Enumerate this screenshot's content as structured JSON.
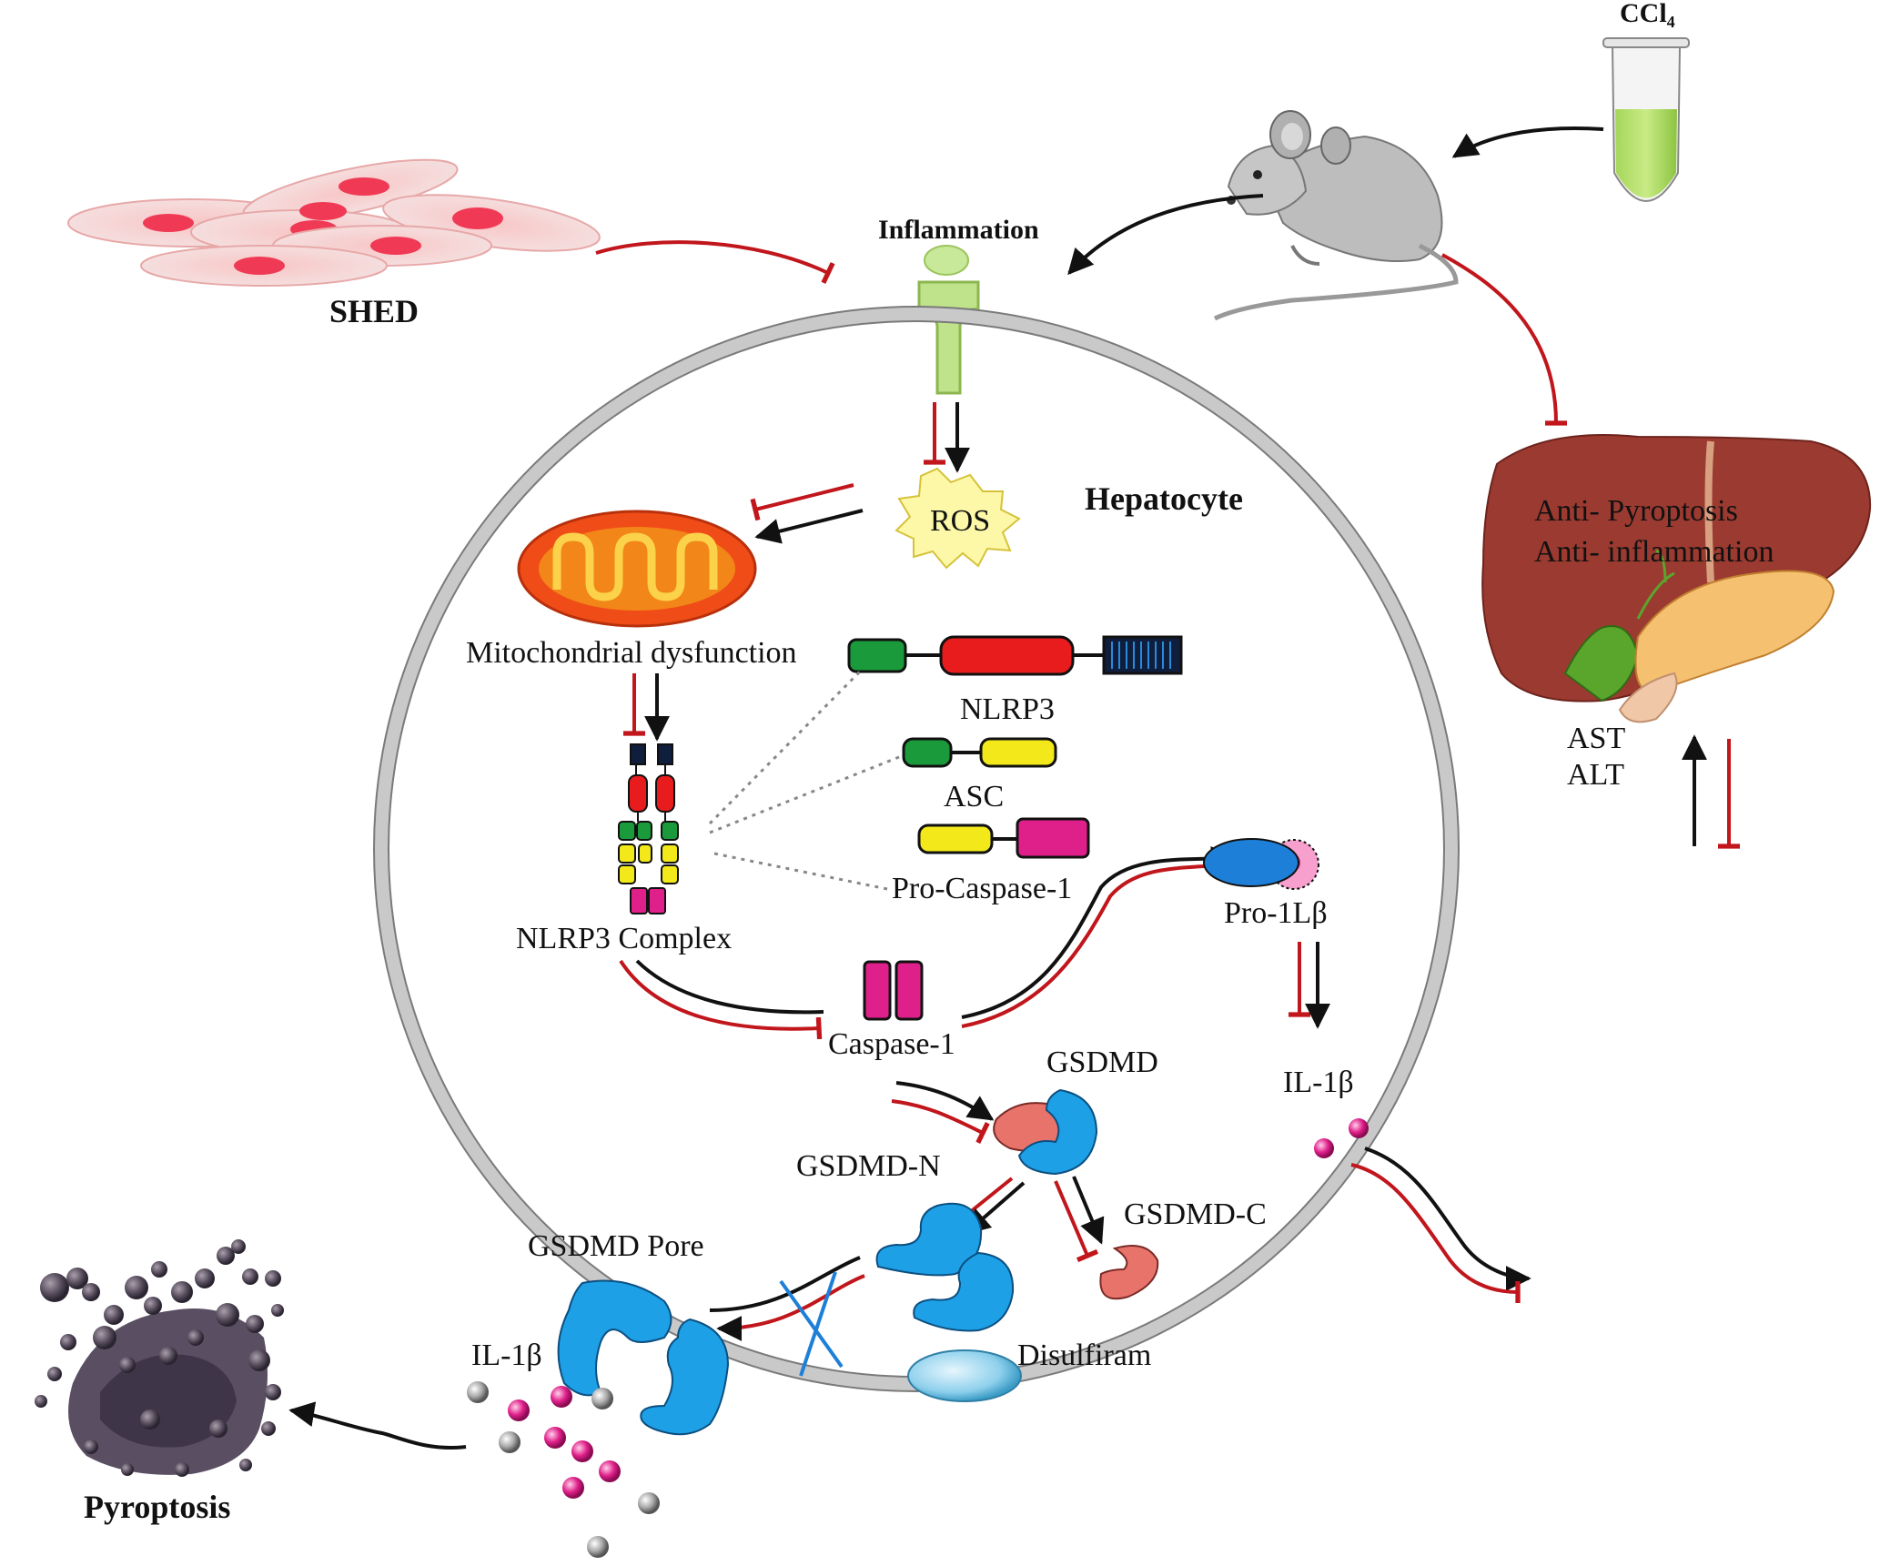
{
  "labels": {
    "shed": "SHED",
    "inflammation": "Inflammation",
    "ccl4": "CCl₄",
    "hepatocyte": "Hepatocyte",
    "ros": "ROS",
    "mito": "Mitochondrial  dysfunction",
    "nlrp3": "NLRP3",
    "asc": "ASC",
    "pro_casp1": "Pro-Caspase-1",
    "nlrp3_complex": "NLRP3  Complex",
    "pro_il1b": "Pro-1Lβ",
    "casp1": "Caspase-1",
    "gsdmd": "GSDMD",
    "il1b_right": "IL-1β",
    "gsdmd_n": "GSDMD-N",
    "gsdmd_c": "GSDMD-C",
    "gsdmd_pore": "GSDMD Pore",
    "disulfiram": "Disulfiram",
    "il1b_left": "IL-1β",
    "pyroptosis": "Pyroptosis",
    "anti_pyroptosis": "Anti-  Pyroptosis",
    "anti_inflammation": "Anti-  inflammation",
    "ast": "AST",
    "alt": "ALT"
  },
  "colors": {
    "activate": "#111111",
    "inhibit": "#c0161c",
    "membrane": "#c9c9c9",
    "gsdmd_blue": "#1ea0e6",
    "gsdmd_red": "#e8736b",
    "pink": "#e0208a",
    "nlrp3_green": "#1a9a3a",
    "nlrp3_red": "#e81c1c",
    "asc_yellow": "#f2e81a",
    "liver": "#9b3a30",
    "receptor_green": "#bfe38a"
  },
  "icons": [
    "shed-cells-icon",
    "mouse-icon",
    "tube-icon",
    "receptor-icon",
    "mitochondria-icon",
    "liver-icon",
    "pyroptotic-cell-icon",
    "inhibition-cross-icon"
  ]
}
